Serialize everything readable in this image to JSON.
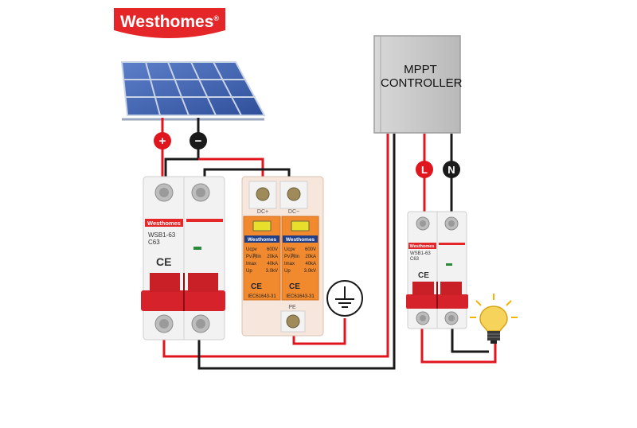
{
  "brand": {
    "name": "Westhomes",
    "mark": "®"
  },
  "controller": {
    "line1": "MPPT",
    "line2": "CONTROLLER"
  },
  "terminals": {
    "plus": "+",
    "minus": "−",
    "live": "L",
    "neutral": "N"
  },
  "breaker_main": {
    "brand": "Westhomes",
    "model": "WSB1-63",
    "rating": "C63"
  },
  "breaker_output": {
    "brand": "Westhomes",
    "model": "WSB1-63",
    "rating": "C63"
  },
  "spd": {
    "top_left": "DC+",
    "top_right": "DC−",
    "brand": "Westhomes",
    "rows": [
      [
        "Ucpv",
        "600V"
      ],
      [
        "Pv消lin",
        "20kA"
      ],
      [
        "Imax",
        "40kA"
      ],
      [
        "Up",
        "3.0kV"
      ]
    ],
    "standard": "IEC61643-31",
    "pe": "PE"
  },
  "colors": {
    "red_wire": "#e0161e",
    "black_wire": "#1a1a1a",
    "brand_red": "#e52629",
    "spd_orange": "#f18a2f"
  }
}
